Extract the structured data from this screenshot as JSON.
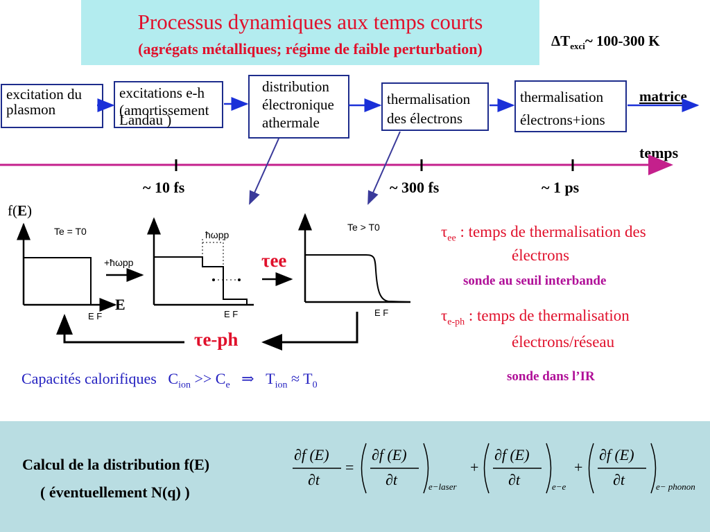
{
  "title": {
    "line1": "Processus dynamiques aux temps courts",
    "line2": "(agrégats métalliques; régime de faible perturbation)"
  },
  "delta_t": {
    "prefix": "ΔT",
    "sub": "exci",
    "suffix": "~ 100-300 K"
  },
  "flow": {
    "box1": [
      "excitation du",
      "plasmon"
    ],
    "box2": [
      "excitations e-h",
      "(amortissement",
      "Landau )"
    ],
    "box3": [
      "distribution",
      "électronique",
      "athermale"
    ],
    "box4": [
      "thermalisation",
      "des électrons"
    ],
    "box5": [
      "thermalisation",
      "électrons+ions"
    ],
    "matrice": "matrice"
  },
  "timeline": {
    "label": "temps",
    "ticks": [
      "~ 10 fs",
      "~ 300 fs",
      "~ 1 ps"
    ]
  },
  "plots": {
    "y_label_prefix": "f(",
    "y_label_bold": "E",
    "y_label_suffix": ")",
    "x_label": "E",
    "ef1": "E F",
    "ef2": "E F",
    "ef3": "E F",
    "te1": "Te = T0",
    "te3": "Te > T0",
    "hw_pp": "ħωpp",
    "plus_hw_pp": "+ħωpp",
    "tau_ee": "τee",
    "tau_eph": "τe-ph"
  },
  "legend": {
    "tau_ee_sym": "τ",
    "tau_ee_sub": "ee",
    "tau_ee_text": " : temps de thermalisation des",
    "tau_ee_text2": "électrons",
    "probe1": "sonde au seuil interbande",
    "tau_eph_sym": "τ",
    "tau_eph_sub": "e-ph",
    "tau_eph_text": " : temps de thermalisation",
    "tau_eph_text2": "électrons/réseau",
    "probe2": "sonde dans l’IR"
  },
  "heat": {
    "text": "Capacités calorifiques",
    "c": "C",
    "c_sub_ion": "ion",
    "gt": ">> C",
    "c_sub_e": "e",
    "implies": "⇒",
    "t": "T",
    "t_sub_ion": "ion",
    "approx": "≈ T",
    "t_sub_0": "0"
  },
  "bottom": {
    "line1": "Calcul de la distribution f(E)",
    "line2": "( éventuellement N(q) )"
  },
  "formula": {
    "num": "∂f (E)",
    "den": "∂t",
    "eq": "=",
    "plus": "+",
    "sub1": "e−laser",
    "sub2": "e−e",
    "sub3": "e− phonon"
  },
  "colors": {
    "title_bg": "#b3ecef",
    "title_red": "#e0102b",
    "box_border": "#1d2c8c",
    "arrow_blue": "#1a30d8",
    "timeline": "#c4208c",
    "magenta": "#b01098",
    "bottom_bg": "#b9dde2"
  }
}
